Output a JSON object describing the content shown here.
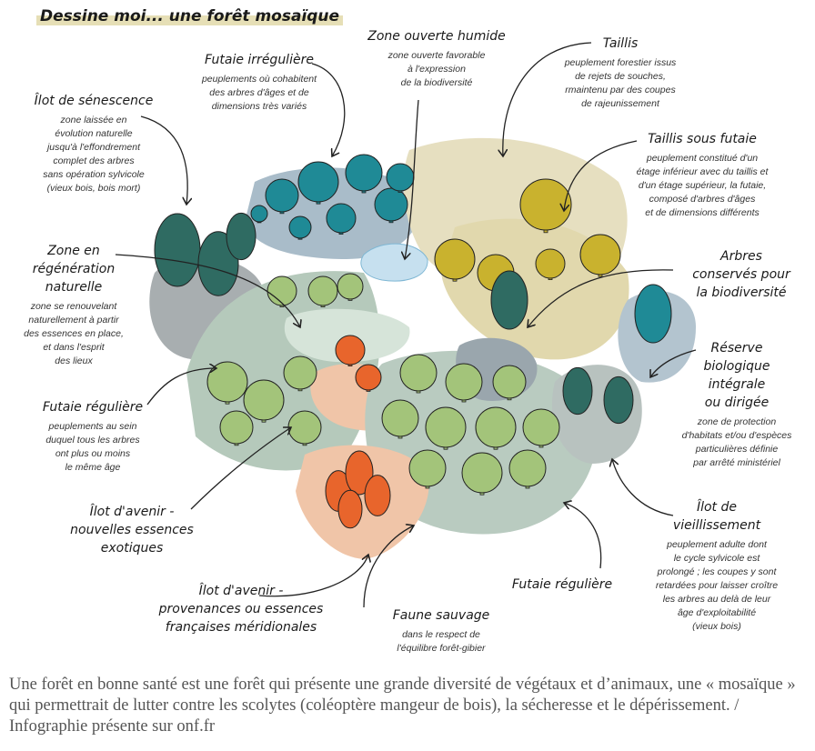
{
  "title": "Dessine moi... une forêt mosaïque",
  "labels": [
    {
      "heading": "Futaie irrégulière",
      "description": "peuplements où cohabitent\ndes arbres d'âges et de\ndimensions très variés"
    },
    {
      "heading": "Zone ouverte humide",
      "description": "zone ouverte favorable\nà l'expression\nde la biodiversité"
    },
    {
      "heading": "Taillis",
      "description": "peuplement forestier issus\nde rejets de souches,\nrmaintenu par des coupes\nde rajeunissement"
    },
    {
      "heading": "Îlot de sénescence",
      "description": "zone laissée en\névolution naturelle\njusqu'à l'effondrement\ncomplet des arbres\nsans opération sylvicole\n(vieux bois, bois mort)"
    },
    {
      "heading": "Taillis sous futaie",
      "description": "peuplement constitué d'un\nétage inférieur avec du taillis et\nd'un étage supérieur, la futaie,\ncomposé d'arbres d'âges\net de dimensions différents"
    },
    {
      "heading": "Zone en\nrégénération\nnaturelle",
      "description": "zone se renouvelant\nnaturellement à partir\ndes essences en place,\net dans l'esprit\ndes lieux"
    },
    {
      "heading": "Arbres\nconservés pour\nla biodiversité",
      "description": ""
    },
    {
      "heading": "Futaie régulière",
      "description": "peuplements au sein\nduquel tous les arbres\nont plus ou moins\nle même âge"
    },
    {
      "heading": "Réserve\nbiologique\nintégrale\nou dirigée",
      "description": "zone de protection\nd'habitats et/ou d'espèces\nparticulières définie\npar arrêté ministériel"
    },
    {
      "heading": "Îlot d'avenir -\nnouvelles essences\nexotiques",
      "description": ""
    },
    {
      "heading": "Îlot de\nvieillissement",
      "description": "peuplement adulte dont\nle cycle sylvicole est\nprolongé ; les coupes y sont\nretardées pour laisser croître\nles arbres au delà de leur\nâge d'exploitabilité\n(vieux bois)"
    },
    {
      "heading": "Îlot d'avenir -\nprovenances ou essences\nfrançaises méridionales",
      "description": ""
    },
    {
      "heading": "Futaie régulière",
      "description": ""
    },
    {
      "heading": "Faune sauvage",
      "description": "dans le respect de\nl'équilibre forêt-gibier"
    }
  ],
  "caption": "Une forêt en bonne santé est une forêt qui présente une grande diversité de végétaux et d’animaux, une « mosaïque » qui permettrait de lutter contre les scolytes (coléoptère mangeur de bois), la sécheresse et le dépérissement. / Infographie présente sur onf.fr",
  "colors": {
    "teal": "#1f8a96",
    "yellow": "#c9b22e",
    "dark_green": "#2f6b62",
    "light_green": "#a3c47a",
    "orange": "#e8652c"
  }
}
